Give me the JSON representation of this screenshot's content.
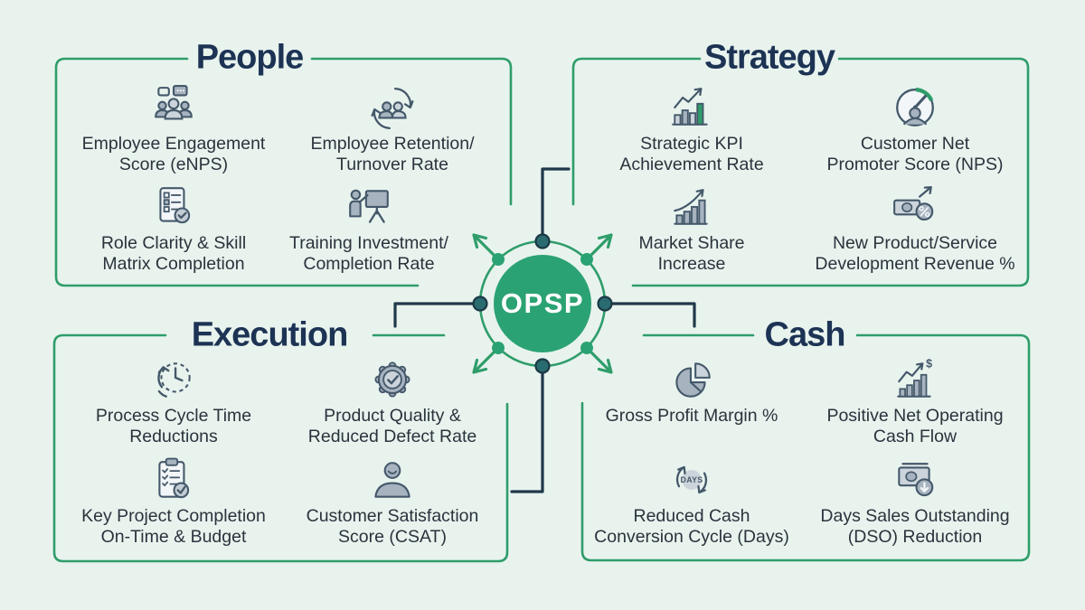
{
  "diagram_title_implied": "OPSP KPI quadrants",
  "palette": {
    "background": "#e8f3ee",
    "green_line": "#2f9d6a",
    "hub_green": "#2ba273",
    "navy_connector": "#20384a",
    "title_navy": "#1c3354",
    "label_charcoal": "#2b333c",
    "icon_gray": "#a7b3bf",
    "icon_light": "#ccd4db",
    "icon_stroke": "#44586a"
  },
  "hub": {
    "label": "OPSP"
  },
  "icon_text": {
    "days": "DAYS",
    "dollar": "$"
  },
  "quadrants": {
    "people": {
      "title": "People",
      "items": [
        {
          "icon": "people-chat-icon",
          "label": "Employee Engagement\nScore (eNPS)"
        },
        {
          "icon": "people-cycle-icon",
          "label": "Employee Retention/\nTurnover Rate"
        },
        {
          "icon": "checklist-doc-icon",
          "label": "Role Clarity & Skill\nMatrix Completion"
        },
        {
          "icon": "trainer-board-icon",
          "label": "Training Investment/\nCompletion Rate"
        }
      ]
    },
    "strategy": {
      "title": "Strategy",
      "items": [
        {
          "icon": "kpi-bar-chart-icon",
          "label": "Strategic KPI\nAchievement Rate"
        },
        {
          "icon": "gauge-icon",
          "label": "Customer Net\nPromoter Score (NPS)"
        },
        {
          "icon": "growth-curve-chart-icon",
          "label": "Market Share\nIncrease"
        },
        {
          "icon": "revenue-percent-icon",
          "label": "New Product/Service\nDevelopment Revenue %"
        }
      ]
    },
    "execution": {
      "title": "Execution",
      "items": [
        {
          "icon": "cycle-time-clock-icon",
          "label": "Process Cycle Time\nReductions"
        },
        {
          "icon": "quality-badge-icon",
          "label": "Product Quality &\nReduced Defect Rate"
        },
        {
          "icon": "clipboard-check-icon",
          "label": "Key Project Completion\nOn-Time & Budget"
        },
        {
          "icon": "customer-person-icon",
          "label": "Customer Satisfaction\nScore (CSAT)"
        }
      ]
    },
    "cash": {
      "title": "Cash",
      "items": [
        {
          "icon": "pie-chart-icon",
          "label": "Gross Profit Margin %"
        },
        {
          "icon": "cash-flow-chart-icon",
          "label": "Positive Net Operating\nCash Flow"
        },
        {
          "icon": "days-cycle-icon",
          "label": "Reduced Cash\nConversion Cycle (Days)"
        },
        {
          "icon": "money-down-icon",
          "label": "Days Sales Outstanding\n(DSO) Reduction"
        }
      ]
    }
  }
}
